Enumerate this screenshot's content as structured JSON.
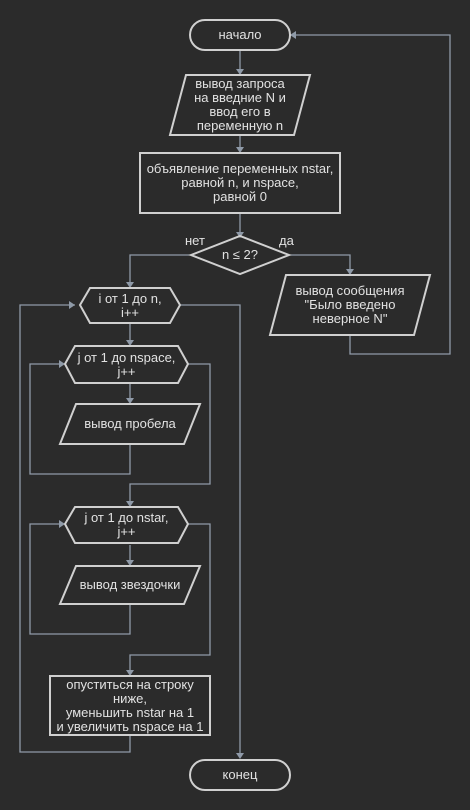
{
  "nodes": {
    "start": "начало",
    "input": "вывод запроса\nна введние N и\nввод его в\nпеременную n",
    "declare": "объявление переменных nstar,\nравной n, и nspace,\nравной 0",
    "condition": "n ≤ 2?",
    "error_output": "вывод сообщения\n\"Было введено\nневерное N\"",
    "loop_i": "i от 1 до n,\ni++",
    "loop_j_space": "j от 1 до nspace,\nj++",
    "print_space": "вывод пробела",
    "loop_j_star": "j от 1 до nstar,\nj++",
    "print_star": "вывод звездочки",
    "newline": "опуститься на строку\nниже,\nуменьшить nstar на 1\nи увеличить nspace на 1",
    "end": "конец"
  },
  "edges": {
    "no": "нет",
    "yes": "да"
  }
}
